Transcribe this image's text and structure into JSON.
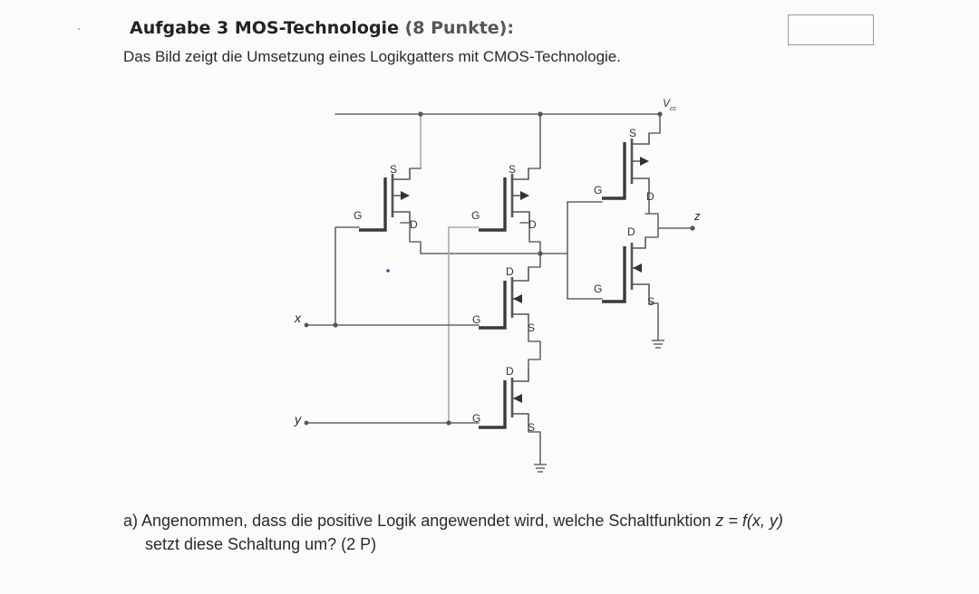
{
  "task": {
    "heading": "Aufgabe 3 MOS-Technologie",
    "points": "(8 Punkte):",
    "intro": "Das Bild zeigt die Umsetzung eines Logikgatters mit CMOS-Technologie."
  },
  "circuit": {
    "supply": "V",
    "supply_sub": "cc",
    "inputs": [
      "x",
      "y"
    ],
    "output": "z",
    "terminals": {
      "source": "S",
      "gate": "G",
      "drain": "D"
    }
  },
  "question_a": {
    "label": "a)",
    "text_before": "Angenommen, dass die positive Logik angewendet wird, welche Schaltfunktion",
    "formula": "z = f(x, y)",
    "text_line2": "setzt diese Schaltung um? (2 P)"
  }
}
